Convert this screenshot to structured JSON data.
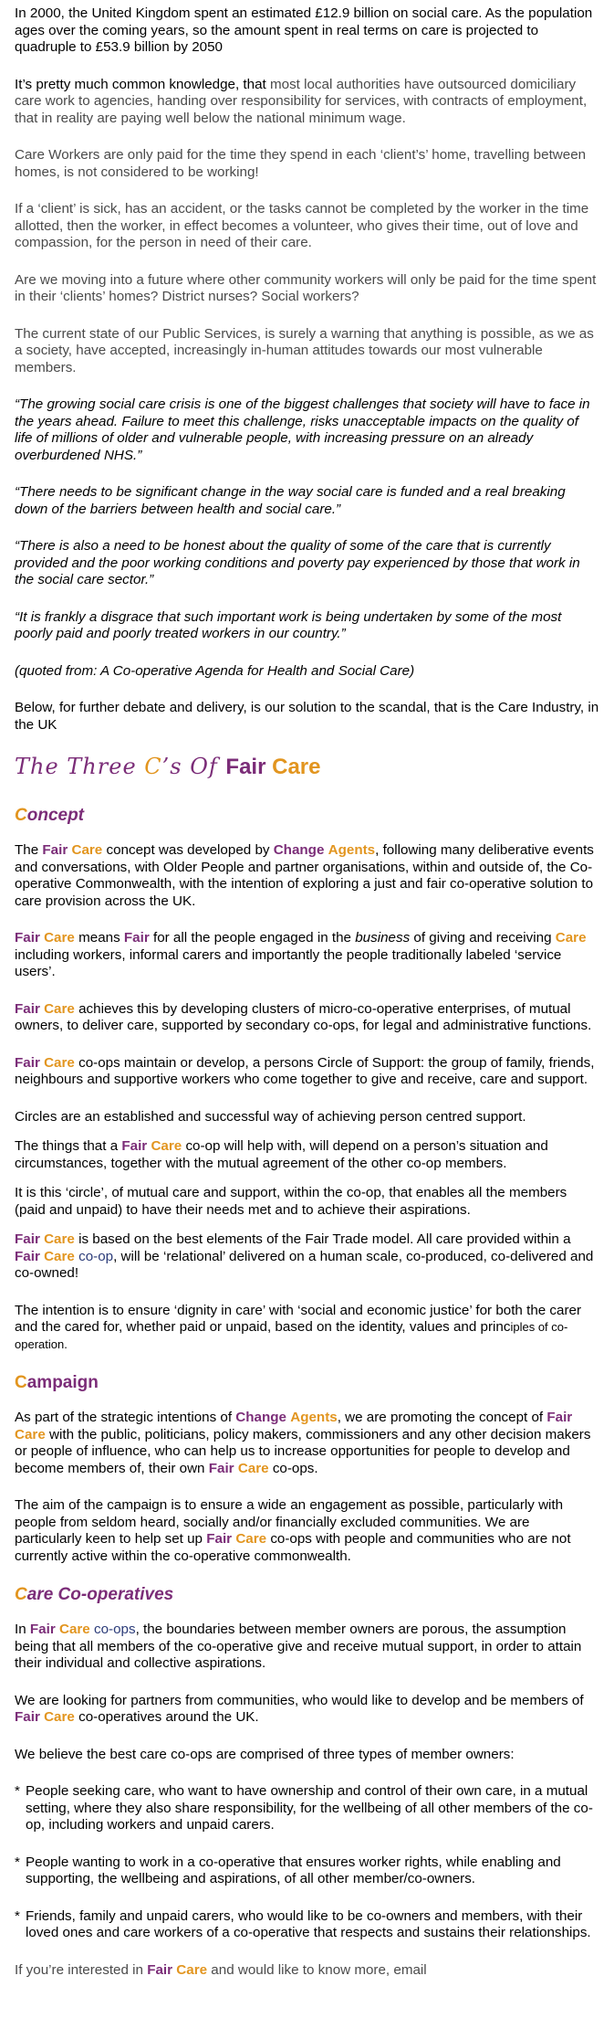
{
  "intro": {
    "p1": "In 2000, the United Kingdom spent an estimated £12.9 billion on social care. As the population ages over the coming years, so the amount spent in real terms on care is projected to quadruple to £53.9 billion by 2050",
    "p2a": "It’s pretty much common knowledge, that ",
    "p2b": "most local authorities have outsourced domiciliary care work to agencies, handing over responsibility for services, with contracts of employment, that in reality are paying well below the national minimum wage.",
    "p3": "Care Workers are only paid for the time they spend in each ‘client’s’ home, travelling between homes, is not considered to be working!",
    "p4": "If a ‘client’ is sick, has an accident, or the tasks cannot be completed by the worker in the time allotted, then the worker, in effect becomes a volunteer, who gives their time, out of love and compassion, for the person in need of their care.",
    "p5": "Are we moving into a future where other community workers will only be paid for the time spent in their ‘clients’ homes? District nurses? Social workers?",
    "p6": "The current state of our Public Services, is surely a warning that anything is possible, as we as a society, have accepted, increasingly in-human attitudes towards our most vulnerable members."
  },
  "quotes": {
    "q1": "“The growing social care crisis is one of the biggest challenges that society will have to face in the years ahead.  Failure to meet this challenge, risks unacceptable impacts on the quality of life of millions of older and vulnerable people, with increasing pressure on an already overburdened NHS.”",
    "q2": "“There needs to be significant change in the way social care is funded and a real breaking down of the barriers between health and social care.”",
    "q3": "“There is also a need to be honest about the quality of some of the care that is currently provided and the poor working conditions and poverty pay experienced by those that work in the social care sector.”",
    "q4": "“It is frankly a disgrace that such important work is being undertaken by some of the most poorly paid and poorly treated workers in our country.”",
    "source": "(quoted from: A Co-operative Agenda for Health and Social Care)"
  },
  "below": "Below, for further debate and delivery, is our solution to the scandal, that is the Care Industry, in the UK",
  "brand": {
    "fair": "Fair",
    "care": "Care",
    "change": "Change",
    "agents": "Agents"
  },
  "title": {
    "the": "The Three ",
    "c1": "C",
    "s": "’s Of ",
    "fair": "Fair",
    "care": " Care"
  },
  "concept": {
    "heading_lead": "C",
    "heading_rest": "oncept",
    "p1a": "The ",
    "p1b": " concept was developed by ",
    "p1c": ", following many deliberative events and conversations, with Older People and partner organisations, within and outside of, the Co-operative Commonwealth, with the intention of exploring a just and fair co-operative solution to care provision across the UK.",
    "p2a": " means ",
    "p2b": " for all the people engaged in the ",
    "p2c": "business",
    "p2d": " of giving and receiving ",
    "p2e": " including workers, informal carers and importantly the people traditionally labeled ‘service users’.",
    "p3": " achieves this by developing clusters of micro-co-operative enterprises, of mutual owners, to deliver care, supported by secondary co-ops, for legal and administrative functions.",
    "p4": " co-ops maintain or develop, a persons Circle of Support: the group of family, friends, neighbours and supportive workers who come together to give and receive, care and support.",
    "p5": "Circles are an established and successful way of achieving person centred support.",
    "p6a": "The things that a ",
    "p6b": " co-op will help with, will depend on a person’s situation and circumstances, together with the mutual agreement of the other co-op members.",
    "p7": "It is this ‘circle’, of mutual care and support, within the co-op, that enables all the members (paid and unpaid) to have their needs met and to achieve their aspirations.",
    "p8a": " is based on the best elements of the Fair Trade model. All care provided within a ",
    "p8b": " co-op",
    "p8c": ", will be ‘relational’ delivered on a human scale, co-produced, co-delivered and co-owned!",
    "p9a": "The intention is to ensure ‘dignity in care’ with ‘social and economic justice’ for both the carer and the cared for, whether paid or unpaid, based on the identity, values and princ",
    "p9b": "iples of co-operation."
  },
  "campaign": {
    "heading_lead": "C",
    "heading_rest": "ampaign",
    "p1a": "As part of the strategic intentions of ",
    "p1b": ", we are promoting the concept of ",
    "p1c": " with the public, politicians, policy makers, commissioners and any other decision makers or people of influence, who can help us to increase opportunities for people to develop and become members of, their own ",
    "p1d": " co-ops.",
    "p2a": "The aim of the campaign is to ensure a wide an engagement as possible, particularly with people from seldom heard, socially and/or financially excluded communities. We are particularly keen to help set up ",
    "p2b": " co-ops with people and communities who are not currently active within the co-operative commonwealth."
  },
  "coops": {
    "heading_lead": "C",
    "heading_rest": "are Co-operatives",
    "p1a": "In ",
    "p1b": " co-ops",
    "p1c": ", the boundaries between member owners are porous, the assumption being that all members of the co-operative give and receive mutual support, in order to attain their individual and collective aspirations.",
    "p2a": "We are looking for partners from communities, who would like to develop and be members of ",
    "p2b": " co-operatives around the UK.",
    "p3": "We believe the best care co-ops are comprised of three types of member owners:",
    "bullet_mark": "*",
    "b1": "People seeking care, who want to have ownership and control of their own care, in a mutual setting, where they also share responsibility, for the wellbeing of all other members of the co-op, including workers and unpaid carers.",
    "b2": "People wanting to work in a co-operative that ensures worker rights, while enabling and supporting, the wellbeing and aspirations, of all other member/co-owners.",
    "b3": "Friends, family and unpaid carers, who would like to be co-owners and members, with their loved ones and care workers of a co-operative that respects and sustains their relationships.",
    "p4a": "If you’re interested in ",
    "p4b": " and would like to know more, email"
  }
}
